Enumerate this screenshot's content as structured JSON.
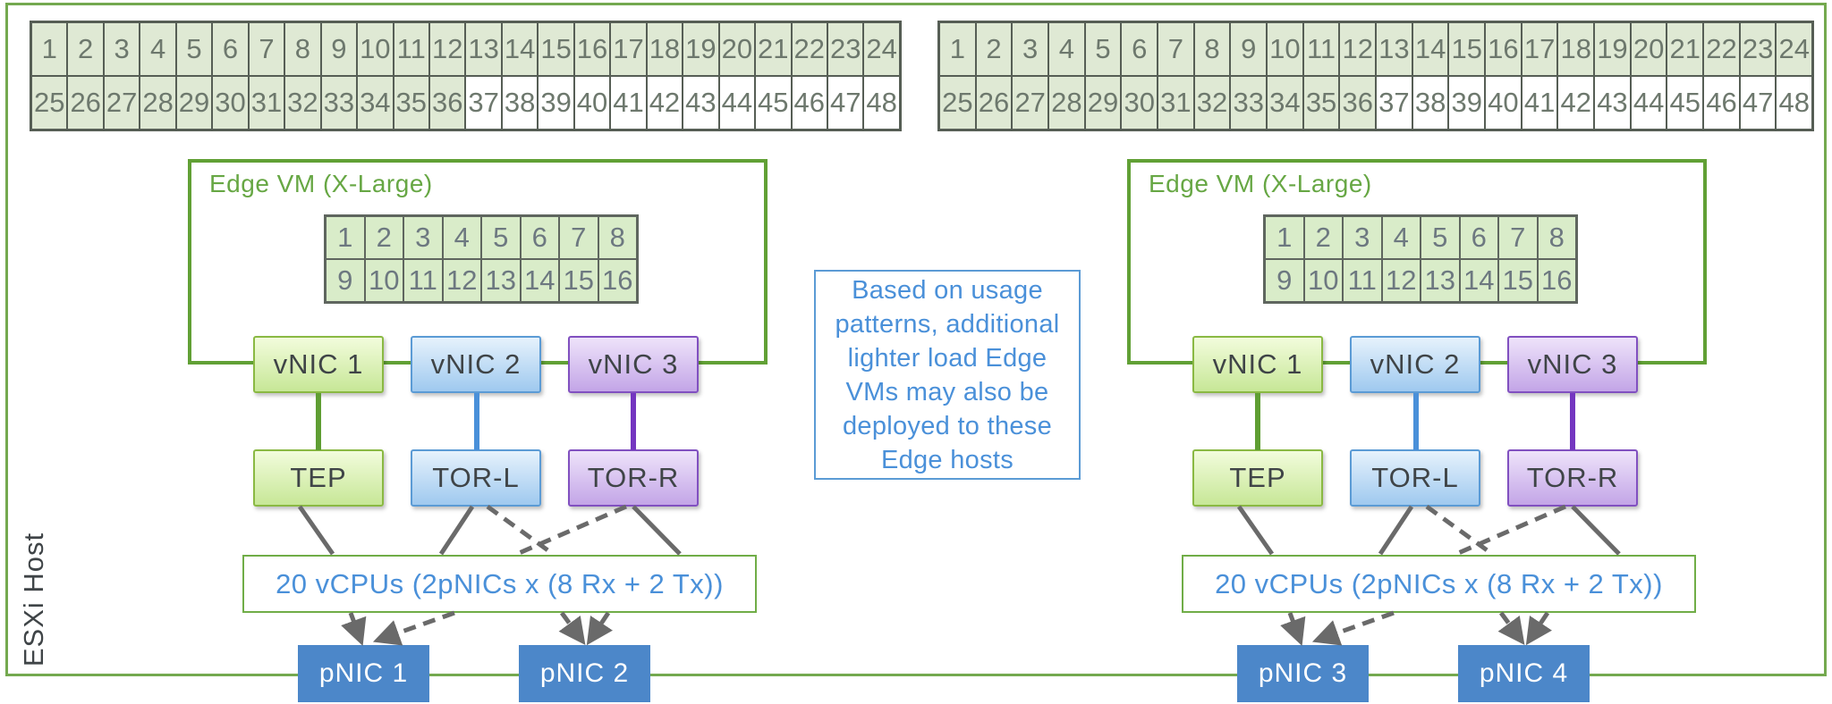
{
  "host": {
    "label": "ESXi Host",
    "cpu_grid": {
      "row1": [
        1,
        2,
        3,
        4,
        5,
        6,
        7,
        8,
        9,
        10,
        11,
        12,
        13,
        14,
        15,
        16,
        17,
        18,
        19,
        20,
        21,
        22,
        23,
        24
      ],
      "row2": [
        25,
        26,
        27,
        28,
        29,
        30,
        31,
        32,
        33,
        34,
        35,
        36,
        37,
        38,
        39,
        40,
        41,
        42,
        43,
        44,
        45,
        46,
        47,
        48
      ],
      "shaded_max": 36
    }
  },
  "note": {
    "lines": [
      "Based on usage",
      "patterns, additional",
      "lighter load Edge",
      "VMs may also be",
      "deployed to these",
      "Edge hosts"
    ]
  },
  "edge_vms": [
    {
      "title": "Edge VM (X-Large)",
      "cpu_grid": {
        "row1": [
          1,
          2,
          3,
          4,
          5,
          6,
          7,
          8
        ],
        "row2": [
          9,
          10,
          11,
          12,
          13,
          14,
          15,
          16
        ],
        "shaded_max": 16
      },
      "vnics": [
        "vNIC 1",
        "vNIC 2",
        "vNIC 3"
      ],
      "ports": [
        "TEP",
        "TOR-L",
        "TOR-R"
      ],
      "vcpu_label": "20 vCPUs (2pNICs x (8 Rx + 2 Tx))",
      "pnics": [
        "pNIC 1",
        "pNIC 2"
      ]
    },
    {
      "title": "Edge VM (X-Large)",
      "cpu_grid": {
        "row1": [
          1,
          2,
          3,
          4,
          5,
          6,
          7,
          8
        ],
        "row2": [
          9,
          10,
          11,
          12,
          13,
          14,
          15,
          16
        ],
        "shaded_max": 16
      },
      "vnics": [
        "vNIC 1",
        "vNIC 2",
        "vNIC 3"
      ],
      "ports": [
        "TEP",
        "TOR-L",
        "TOR-R"
      ],
      "vcpu_label": "20 vCPUs (2pNICs x (8 Rx + 2 Tx))",
      "pnics": [
        "pNIC 3",
        "pNIC 4"
      ]
    }
  ],
  "colors": {
    "host_border_green": "#74a94f",
    "edge_vm_border_green": "#61a035",
    "shaded_cell_green": "#dfe9d4",
    "grid_border_gray": "#565e55",
    "vnic1_green_border": "#8ab943",
    "vnic2_blue_border": "#5b9bd5",
    "vnic3_purple_border": "#8150c0",
    "pnic_fill_blue": "#4c87c9",
    "blue_text": "#4a90d9",
    "wire_gray": "#6a6a6a"
  }
}
